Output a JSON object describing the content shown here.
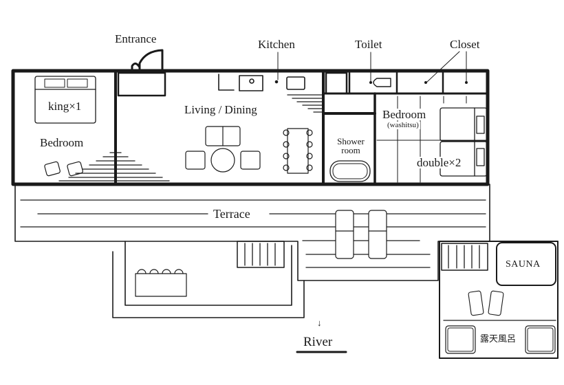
{
  "title": "Floor plan",
  "labels": {
    "entrance": "Entrance",
    "kitchen": "Kitchen",
    "toilet": "Toilet",
    "closet": "Closet",
    "bedroom_main": "Bedroom",
    "bed_king": "king×1",
    "living_dining": "Living / Dining",
    "shower_line1": "Shower",
    "shower_line2": "room",
    "bedroom_washitsu": "Bedroom",
    "washitsu_note": "(washitsu)",
    "bed_double": "double×2",
    "terrace": "Terrace",
    "sauna": "SAUNA",
    "open_air_bath": "露天風呂",
    "river": "River",
    "river_arrow": "↓"
  },
  "colors": {
    "ink": "#1a1a1a",
    "background": "#ffffff"
  }
}
